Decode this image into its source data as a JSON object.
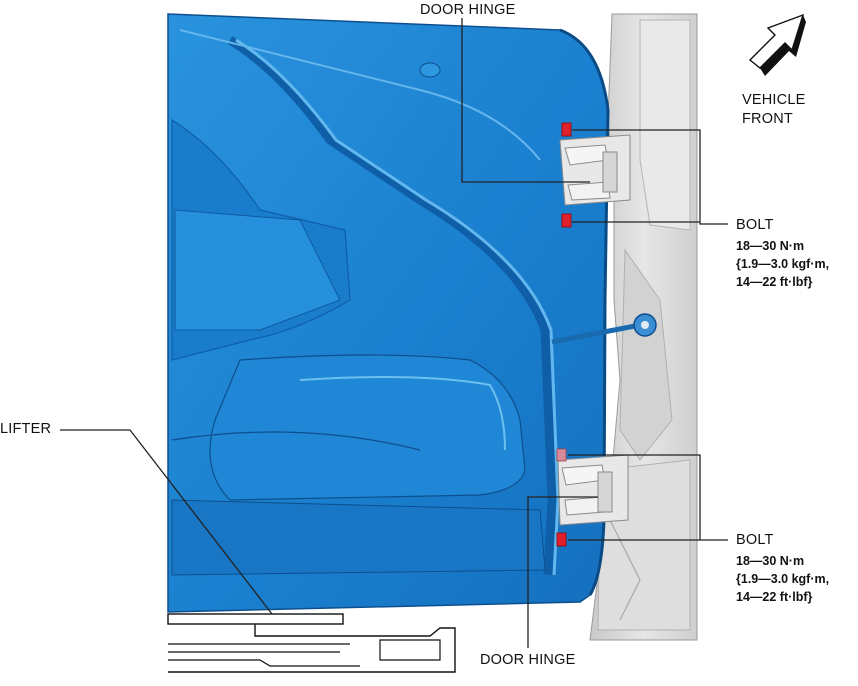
{
  "labels": {
    "door_hinge_top": "DOOR HINGE",
    "door_hinge_bottom": "DOOR HINGE",
    "lifter": "LIFTER",
    "vehicle_front": [
      "VEHICLE",
      "FRONT"
    ],
    "bolt_top": {
      "name": "BOLT",
      "spec": [
        "18—30 N·m",
        "{1.9—3.0 kgf·m,",
        "14—22 ft·lbf}"
      ]
    },
    "bolt_bottom": {
      "name": "BOLT",
      "spec": [
        "18—30 N·m",
        "{1.9—3.0 kgf·m,",
        "14—22 ft·lbf}"
      ]
    }
  },
  "colors": {
    "door_blue": "#1e8ad6",
    "door_blue_dark": "#0f5fa8",
    "door_blue_light": "#5cb3ec",
    "body_gray": "#dadada",
    "bolt_red": "#e0202a",
    "leader_line": "#222222"
  },
  "icons": [
    "direction-arrow-icon"
  ]
}
